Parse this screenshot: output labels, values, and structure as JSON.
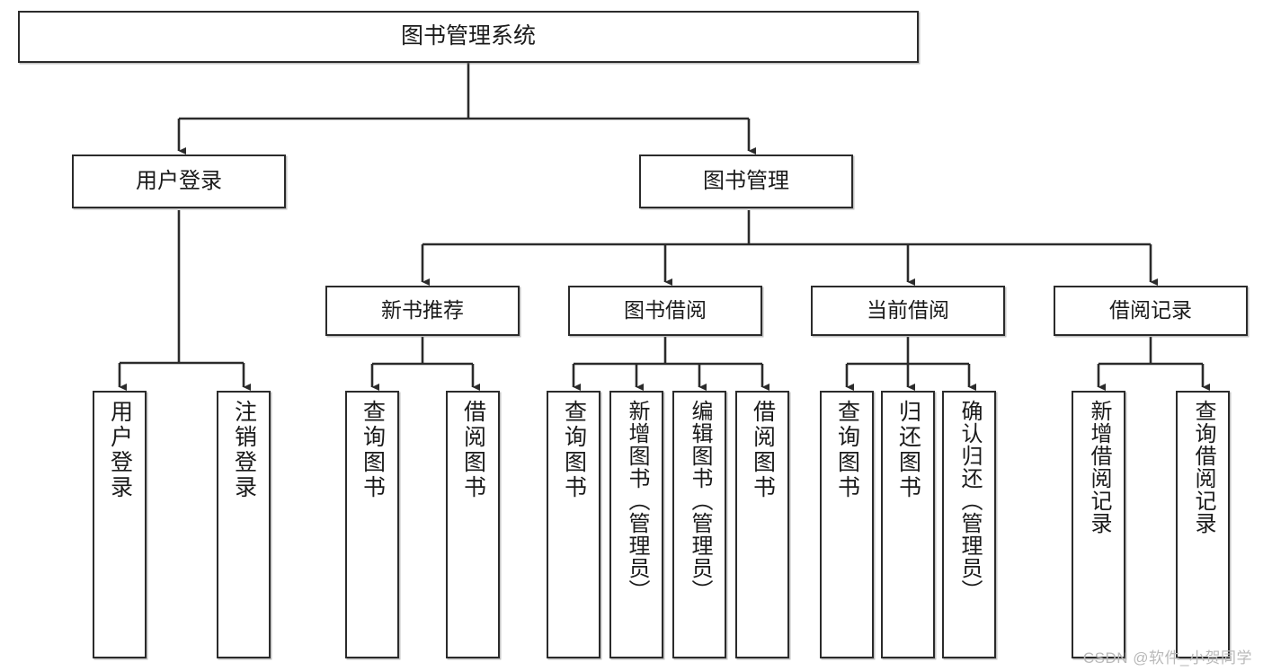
{
  "diagram": {
    "type": "tree-hierarchy",
    "title": "图书管理系统",
    "orientation": "top-down",
    "colors": {
      "background": "#ffffff",
      "node_border": "#2b2b2b",
      "node_fill": "#ffffff",
      "connector": "#2b2b2b",
      "text": "#1a1a1a",
      "watermark": "#b9b9b9"
    },
    "root": {
      "label": "图书管理系统"
    },
    "level2": [
      {
        "label": "用户登录"
      },
      {
        "label": "图书管理"
      }
    ],
    "level3": [
      {
        "label": "新书推荐"
      },
      {
        "label": "图书借阅"
      },
      {
        "label": "当前借阅"
      },
      {
        "label": "借阅记录"
      }
    ],
    "leaves": {
      "user_login": [
        {
          "label": "用户登录"
        },
        {
          "label": "注销登录"
        }
      ],
      "new_book_recommend": [
        {
          "label": "查询图书"
        },
        {
          "label": "借阅图书"
        }
      ],
      "book_borrow": [
        {
          "label": "查询图书"
        },
        {
          "label": "新增图书（管理员）"
        },
        {
          "label": "编辑图书（管理员）"
        },
        {
          "label": "借阅图书"
        }
      ],
      "current_borrow": [
        {
          "label": "查询图书"
        },
        {
          "label": "归还图书"
        },
        {
          "label": "确认归还（管理员）"
        }
      ],
      "borrow_record": [
        {
          "label": "新增借阅记录"
        },
        {
          "label": "查询借阅记录"
        }
      ]
    }
  },
  "watermark": {
    "text": "CSDN @软件_小贺同学"
  }
}
